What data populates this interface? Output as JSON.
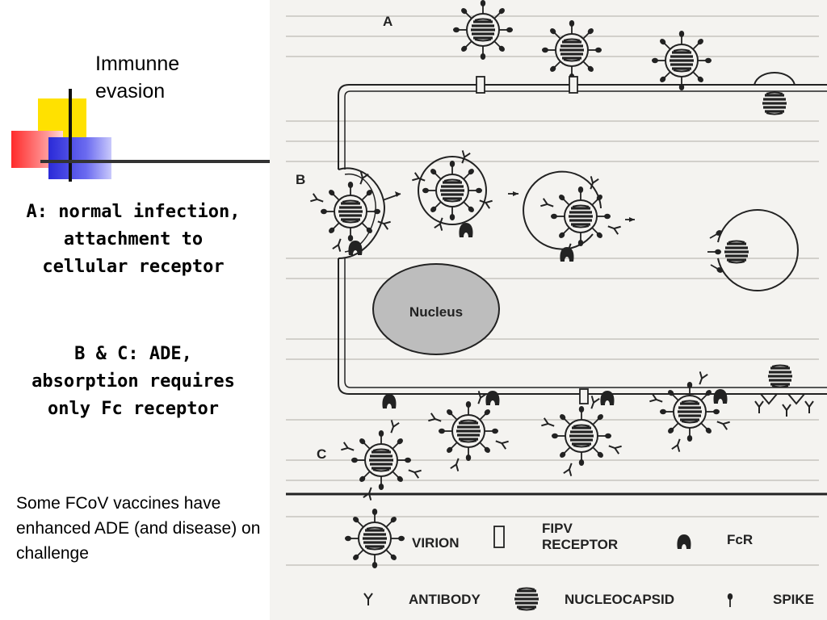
{
  "slide": {
    "title": "Immunne\nevasion",
    "note_a": "A: normal infection, attachment to cellular receptor",
    "note_b": "B & C: ADE, absorption requires only Fc receptor",
    "vaccine_note": "Some FCoV vaccines have enhanced ADE (and disease) on challenge"
  },
  "figure": {
    "panels": [
      "A",
      "B",
      "C"
    ],
    "nucleus_label": "Nucleus",
    "legend": {
      "virion": "VIRION",
      "fipv_receptor_line1": "FIPV",
      "fipv_receptor_line2": "RECEPTOR",
      "fcr": "FcR",
      "antibody": "ANTIBODY",
      "nucleocapsid": "NUCLEOCAPSID",
      "spike": "SPIKE"
    }
  }
}
